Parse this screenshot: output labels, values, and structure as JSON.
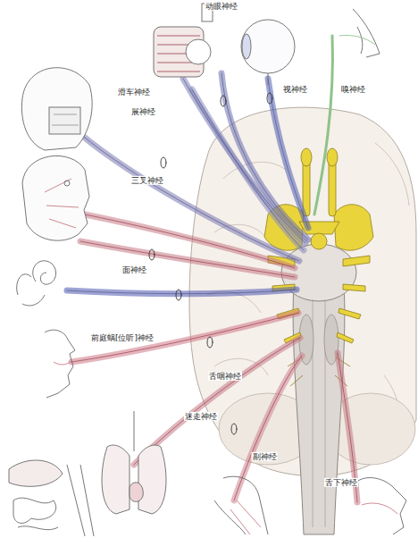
{
  "diagram": {
    "labels": [
      "动眼神经",
      "滑车神经",
      "展神经",
      "视神经",
      "嗅神经",
      "三叉神经",
      "面神经",
      "前庭蜗[位听]神经",
      "舌咽神经",
      "迷走神经",
      "副神经",
      "舌下神经"
    ]
  }
}
